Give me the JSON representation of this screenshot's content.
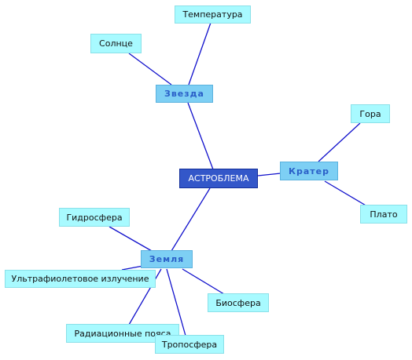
{
  "colors": {
    "connector": "#1111cc",
    "root_fill": "#3357c9",
    "branch_fill": "#7dcff4",
    "leaf_fill": "#a8faff"
  },
  "root": {
    "label": "АСТРОБЛЕМА"
  },
  "branches": {
    "star": {
      "label": "Звезда",
      "children": {
        "sun": "Солнце",
        "temperature": "Температура"
      }
    },
    "crater": {
      "label": "Кратер",
      "children": {
        "mountain": "Гора",
        "plateau": "Плато"
      }
    },
    "earth": {
      "label": "Земля",
      "children": {
        "hydrosphere": "Гидросфера",
        "uv_radiation": "Ультрафиолетовое излучение",
        "biosphere": "Биосфера",
        "radiation_belts": "Радиационные пояса",
        "troposphere": "Тропосфера"
      }
    }
  }
}
